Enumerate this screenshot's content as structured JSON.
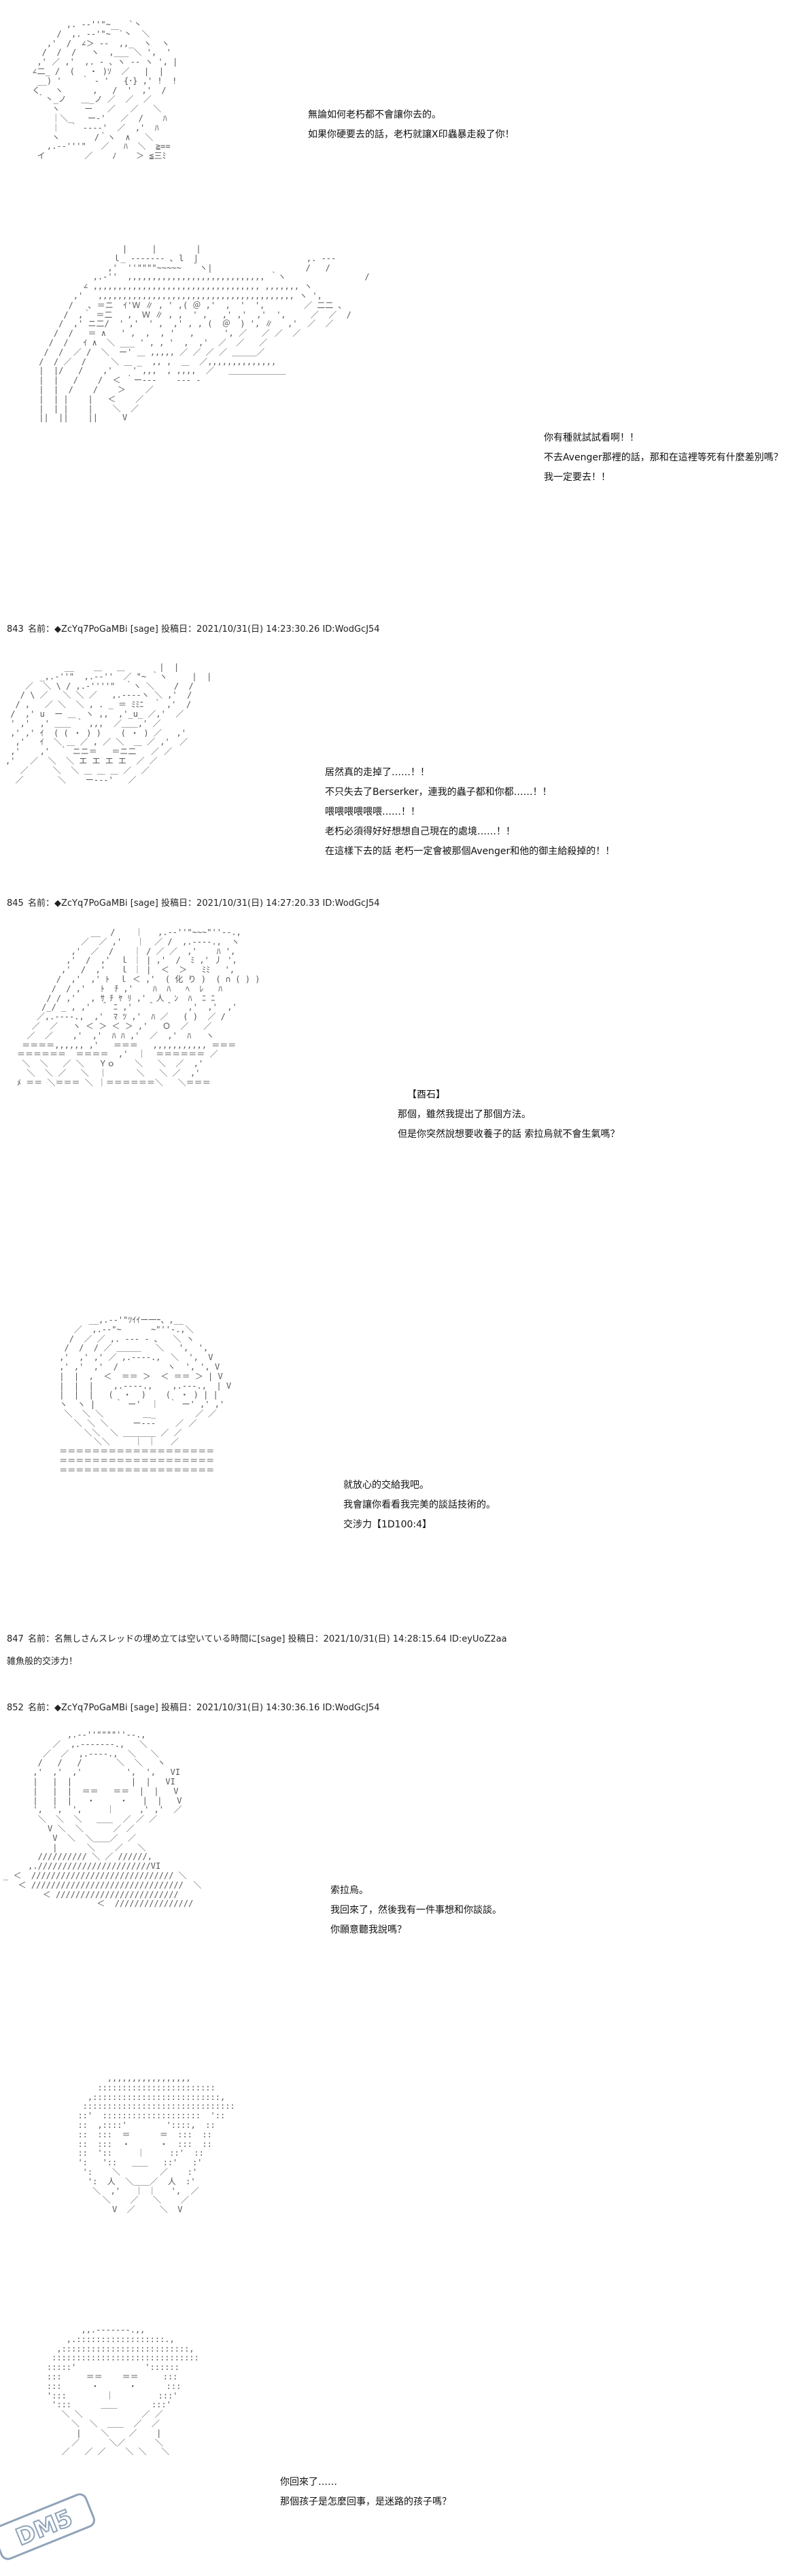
{
  "panel1": {
    "lines": [
      "無論如何老朽都不會讓你去的。",
      "如果你硬要去的話，老朽就讓Ⅹ印蟲暴走殺了你！"
    ]
  },
  "panel2": {
    "lines": [
      "你有種就試試看啊！！",
      "不去Avenger那裡的話，那和在這裡等死有什麼差別嗎？",
      "我一定要去！！"
    ]
  },
  "post843": {
    "no": "843",
    "name_label": "名前：",
    "trip": "◆ZcYq7PoGaMBi [sage]",
    "date_label": "投稿日：",
    "date": "2021/10/31(日) 14:23:30.26",
    "id": "ID:WodGcJ54"
  },
  "panel3": {
    "lines": [
      "居然真的走掉了……！！",
      "不只失去了Berserker，連我的蟲子都和你都……！！",
      "喂喂喂喂喂喂……！！",
      "老朽必須得好好想想自己現在的處境……！！",
      "在這樣下去的話 老朽一定會被那個Avenger和他的御主給殺掉的！！"
    ]
  },
  "post845": {
    "no": "845",
    "name_label": "名前：",
    "trip": "◆ZcYq7PoGaMBi [sage]",
    "date_label": "投稿日：",
    "date": "2021/10/31(日) 14:27:20.33",
    "id": "ID:WodGcJ54"
  },
  "panel4": {
    "lines": [
      "【酉石】",
      "那個，雖然我提出了那個方法。",
      "但是你突然說想要收養子的話 索拉烏就不會生氣嗎？"
    ]
  },
  "panel5": {
    "lines": [
      "就放心的交給我吧。",
      "我會讓你看看我完美的談話技術的。",
      "交涉力【1D100:4】"
    ]
  },
  "post847": {
    "no": "847",
    "name_label": "名前：",
    "name": "名無しさん",
    "thread": "スレッドの埋め立ては空いている時間に",
    "sage": "[sage]",
    "date_label": "投稿日：",
    "date": "2021/10/31(日) 14:28:15.64",
    "id": "ID:eyUoZ2aa"
  },
  "reply847": "雑魚般的交涉力！",
  "post852": {
    "no": "852",
    "name_label": "名前：",
    "trip": "◆ZcYq7PoGaMBi [sage]",
    "date_label": "投稿日：",
    "date": "2021/10/31(日) 14:30:36.16",
    "id": "ID:WodGcJ54"
  },
  "panel6": {
    "lines": [
      "索拉烏。",
      "我回來了，然後我有一件事想和你談談。",
      "你願意聽我說嗎？"
    ]
  },
  "panel8": {
    "lines": [
      "你回來了……",
      "那個孩子是怎麼回事，是迷路的孩子嗎？"
    ]
  },
  "watermark": {
    "text": "DM5"
  }
}
